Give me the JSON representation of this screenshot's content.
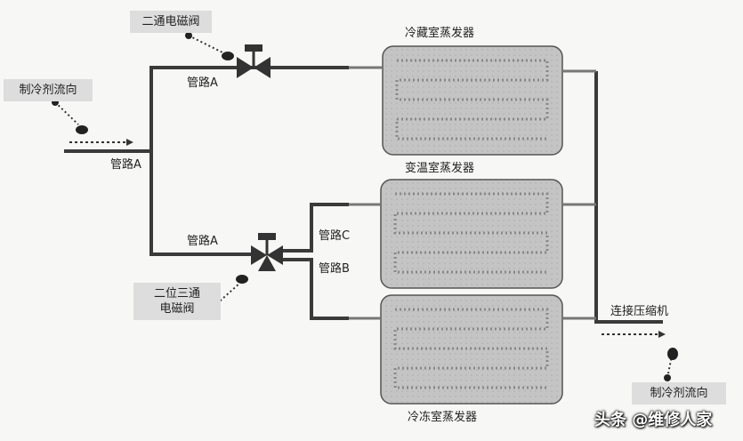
{
  "labels": {
    "two_way_valve": "二通电磁阀",
    "refrigerant_flow": "制冷剂流向",
    "pipe_a": "管路A",
    "pipe_b": "管路B",
    "pipe_c": "管路C",
    "fridge_evaporator": "冷藏室蒸发器",
    "variable_evaporator": "变温室蒸发器",
    "freezer_evaporator": "冷冻室蒸发器",
    "three_way_valve_line1": "二位三通",
    "three_way_valve_line2": "电磁阀",
    "to_compressor": "连接压缩机",
    "refrigerant_flow_out": "制冷剂流向"
  },
  "watermark": "头条 @维修人家",
  "colors": {
    "pipe": "#3a3a3a",
    "evaporator": "#bdbdbd",
    "tag_bg": "#dcdcdc"
  }
}
